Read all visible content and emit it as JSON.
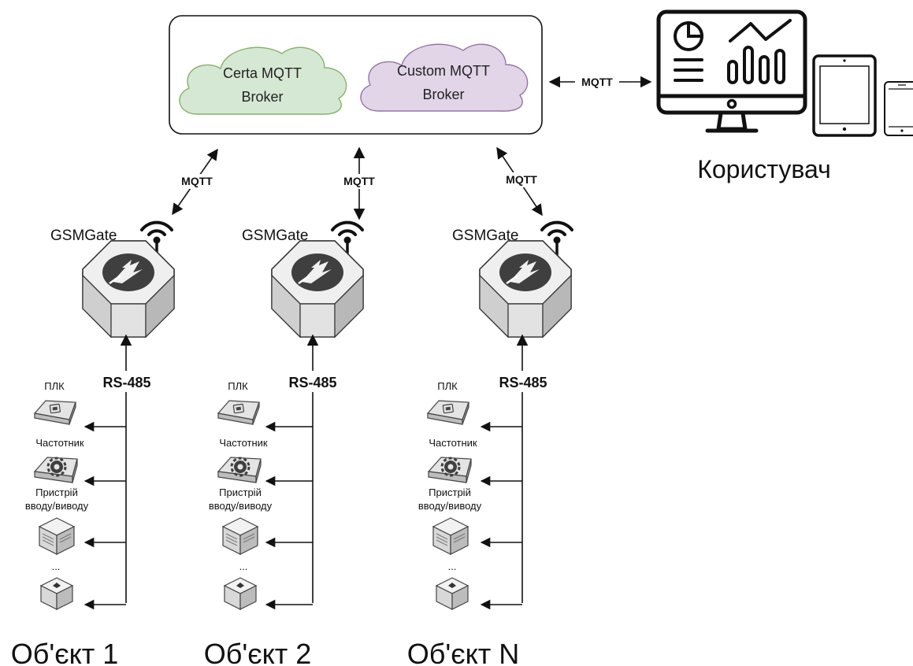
{
  "brokers": {
    "certa_line1": "Certa MQTT",
    "certa_line2": "Broker",
    "certa_color": "#d5e8d4",
    "certa_stroke": "#82b366",
    "custom_line1": "Custom MQTT",
    "custom_line2": "Broker",
    "custom_color": "#e1d5e7",
    "custom_stroke": "#9673a6"
  },
  "user": {
    "label": "Користувач",
    "link_label": "MQTT",
    "icons": [
      "monitor-dashboard-icon",
      "tablet-icon",
      "phone-icon"
    ]
  },
  "objects": [
    {
      "name": "Об'єкт 1",
      "gateway": "GSMGate",
      "uplink": "MQTT",
      "bus": "RS-485",
      "devices": [
        "ПЛК",
        "Частотник",
        "Пристрій",
        "вводу/виводу",
        "..."
      ]
    },
    {
      "name": "Об'єкт 2",
      "gateway": "GSMGate",
      "uplink": "MQTT",
      "bus": "RS-485",
      "devices": [
        "ПЛК",
        "Частотник",
        "Пристрій",
        "вводу/виводу",
        "..."
      ]
    },
    {
      "name": "Об'єкт N",
      "gateway": "GSMGate",
      "uplink": "MQTT",
      "bus": "RS-485",
      "devices": [
        "ПЛК",
        "Частотник",
        "Пристрій",
        "вводу/виводу",
        "..."
      ]
    }
  ]
}
